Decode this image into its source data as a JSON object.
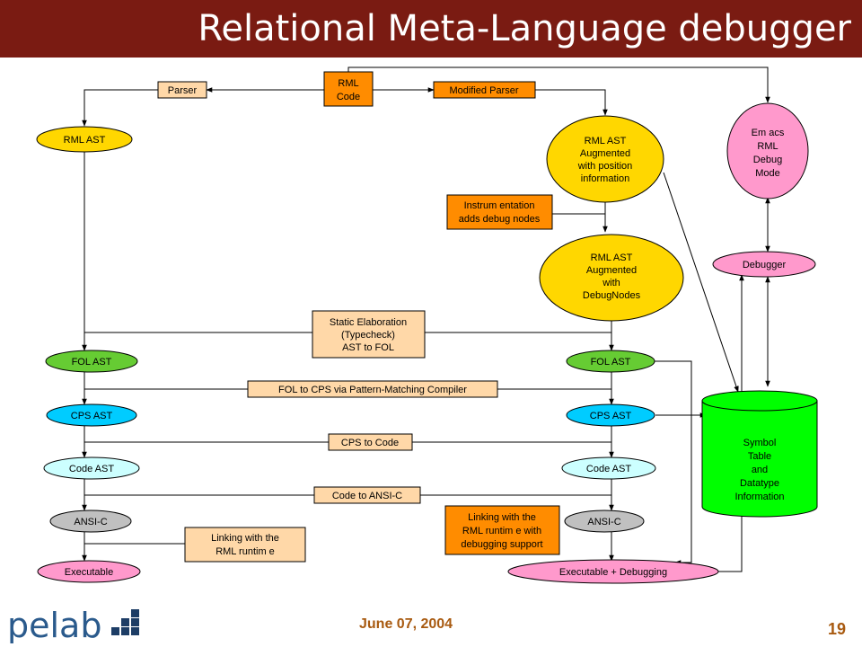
{
  "title": "Relational Meta-Language debugger",
  "colors": {
    "title_bar": "#7a1b12",
    "orange_box": "#ff8c00",
    "light_orange_box": "#ffd8a8",
    "yellow_ellipse": "#ffd700",
    "green_ellipse": "#66cc33",
    "cyan_ellipse": "#00ccff",
    "light_cyan_ellipse": "#ccffff",
    "gray_ellipse": "#c0c0c0",
    "pink_ellipse": "#ff99cc",
    "symbol_table": "#00ff00",
    "footer_text": "#a85a10"
  },
  "nodes": {
    "rml_code": [
      "RML",
      "Code"
    ],
    "parser": [
      "Parser"
    ],
    "modified_parser": [
      "Modified Parser"
    ],
    "rml_ast": [
      "RML AST"
    ],
    "rml_ast_position": [
      "RML AST",
      "Augmented",
      "with position",
      "information"
    ],
    "instrumentation": [
      "Instrum entation",
      "adds debug nodes"
    ],
    "rml_ast_debugnodes": [
      "RML AST",
      "Augmented",
      "with",
      "DebugNodes"
    ],
    "emacs_mode": [
      "Em acs",
      "RML",
      "Debug",
      "Mode"
    ],
    "debugger": [
      "Debugger"
    ],
    "static_elaboration": [
      "Static Elaboration",
      "(Typecheck)",
      "AST to FOL"
    ],
    "fol_ast_left": [
      "FOL AST"
    ],
    "fol_ast_right": [
      "FOL AST"
    ],
    "fol_to_cps": [
      "FOL to CPS via Pattern-Matching Compiler"
    ],
    "cps_ast_left": [
      "CPS AST"
    ],
    "cps_ast_right": [
      "CPS AST"
    ],
    "symbol_table": [
      "Symbol",
      "Table",
      "and",
      "Datatype",
      "Information"
    ],
    "cps_to_code": [
      "CPS to Code"
    ],
    "code_ast_left": [
      "Code AST"
    ],
    "code_ast_right": [
      "Code AST"
    ],
    "code_to_ansi": [
      "Code to ANSI-C"
    ],
    "ansi_c_left": [
      "ANSI-C"
    ],
    "ansi_c_right": [
      "ANSI-C"
    ],
    "linking_left": [
      "Linking with the",
      "RML runtim e"
    ],
    "linking_right": [
      "Linking with the",
      "RML runtim e with",
      "debugging support"
    ],
    "executable": [
      "Executable"
    ],
    "executable_debugging": [
      "Executable + Debugging"
    ]
  },
  "footer": {
    "logo": "pelab",
    "date": "June 07, 2004",
    "page": "19"
  }
}
